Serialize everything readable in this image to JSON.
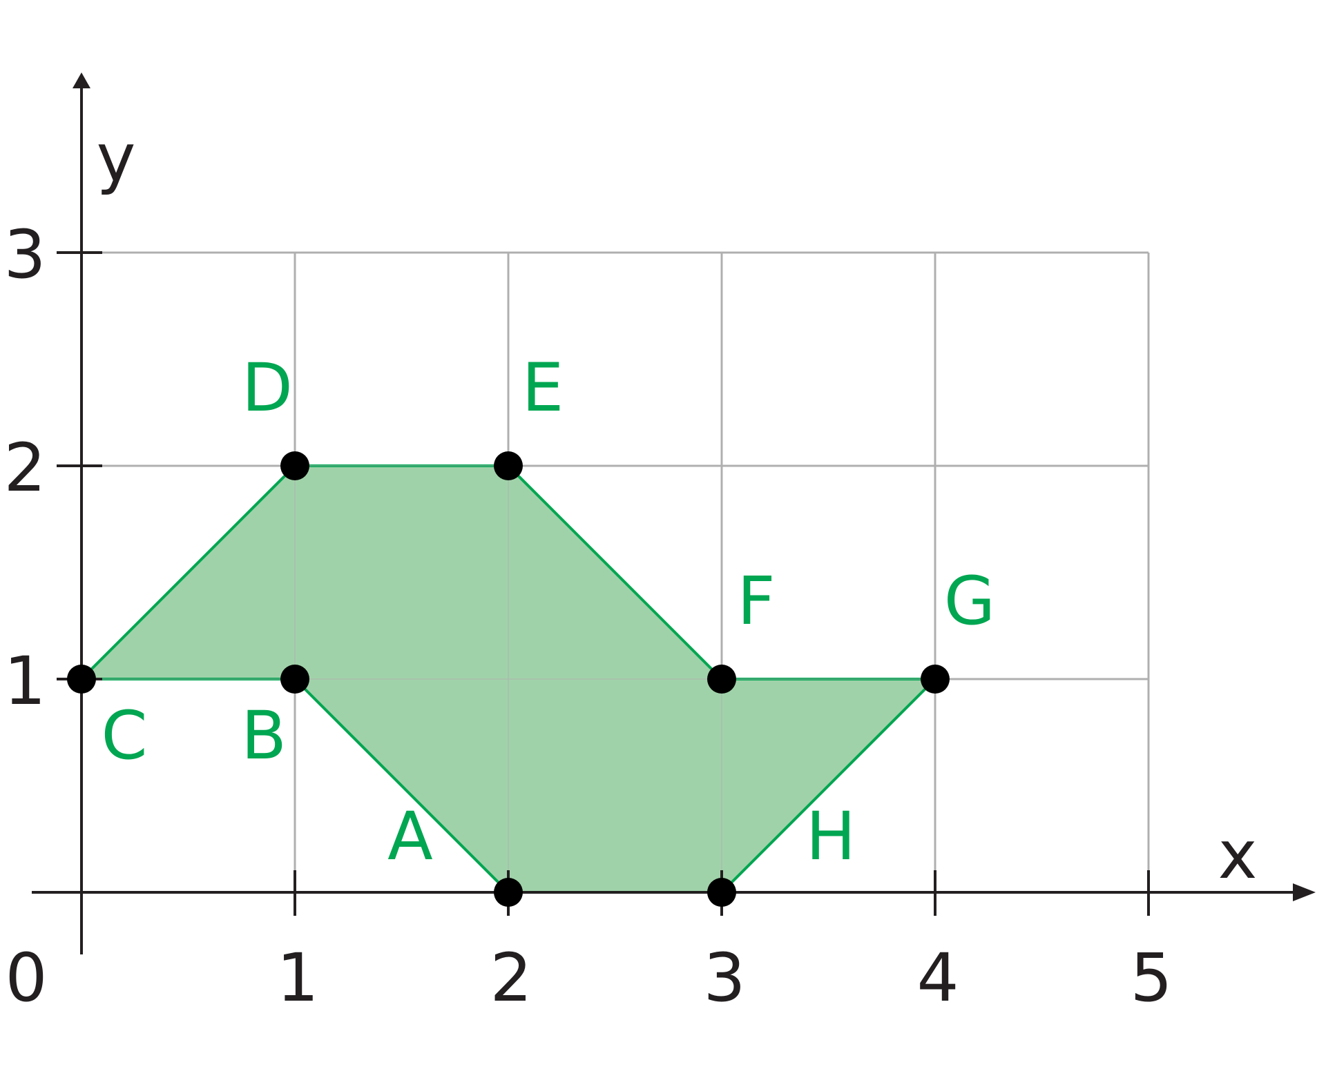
{
  "diagram": {
    "x_axis_label": "x",
    "y_axis_label": "y",
    "origin_label": "0",
    "x_ticks": [
      "1",
      "2",
      "3",
      "4",
      "5"
    ],
    "y_ticks": [
      "1",
      "2",
      "3"
    ],
    "grid": {
      "x_max": 5,
      "y_max": 3
    },
    "colors": {
      "grid": "#b0b0b0",
      "axis": "#231f20",
      "shape_fill": "#a0d2a9",
      "shape_stroke": "#00a651",
      "point": "#000000",
      "label": "#00a651"
    },
    "shape": {
      "vertex_order": [
        "C",
        "D",
        "E",
        "F",
        "G",
        "H",
        "3_0",
        "2_0",
        "B"
      ]
    },
    "points": [
      {
        "id": "A",
        "label": "A",
        "x": 2,
        "y": 0,
        "label_side": "upper-left"
      },
      {
        "id": "B",
        "label": "B",
        "x": 1,
        "y": 1,
        "label_side": "lower-left"
      },
      {
        "id": "C",
        "label": "C",
        "x": 0,
        "y": 1,
        "label_side": "lower-right"
      },
      {
        "id": "D",
        "label": "D",
        "x": 1,
        "y": 2,
        "label_side": "upper-left"
      },
      {
        "id": "E",
        "label": "E",
        "x": 2,
        "y": 2,
        "label_side": "upper-right"
      },
      {
        "id": "F",
        "label": "F",
        "x": 3,
        "y": 1,
        "label_side": "upper-right"
      },
      {
        "id": "G",
        "label": "G",
        "x": 4,
        "y": 1,
        "label_side": "upper-right"
      },
      {
        "id": "H",
        "label": "H",
        "x": 3,
        "y": 0,
        "label_side": "upper-right"
      }
    ]
  }
}
